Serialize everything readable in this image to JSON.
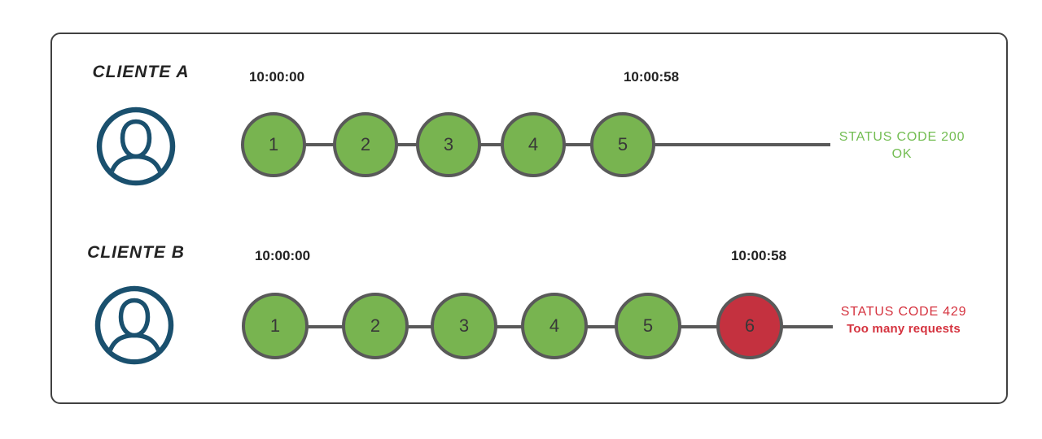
{
  "diagram": {
    "title": "rate-limit timeline comparison",
    "colors": {
      "success_fill": "#78b450",
      "success_text": "#73bd52",
      "error_fill": "#c4313f",
      "error_text": "#d5333f",
      "stroke_gray": "#595959",
      "icon_navy": "#1a506e",
      "text_dark": "#232323"
    },
    "rows": [
      {
        "client_label": "CLIENTE A",
        "start_time": "10:00:00",
        "end_time": "10:00:58",
        "requests": [
          "1",
          "2",
          "3",
          "4",
          "5"
        ],
        "request_states": [
          "success",
          "success",
          "success",
          "success",
          "success"
        ],
        "status": {
          "line1": "STATUS CODE 200",
          "line2": "OK",
          "type": "success"
        }
      },
      {
        "client_label": "CLIENTE B",
        "start_time": "10:00:00",
        "end_time": "10:00:58",
        "requests": [
          "1",
          "2",
          "3",
          "4",
          "5",
          "6"
        ],
        "request_states": [
          "success",
          "success",
          "success",
          "success",
          "success",
          "error"
        ],
        "status": {
          "line1": "STATUS CODE 429",
          "line2": "Too many requests",
          "type": "error"
        }
      }
    ]
  }
}
